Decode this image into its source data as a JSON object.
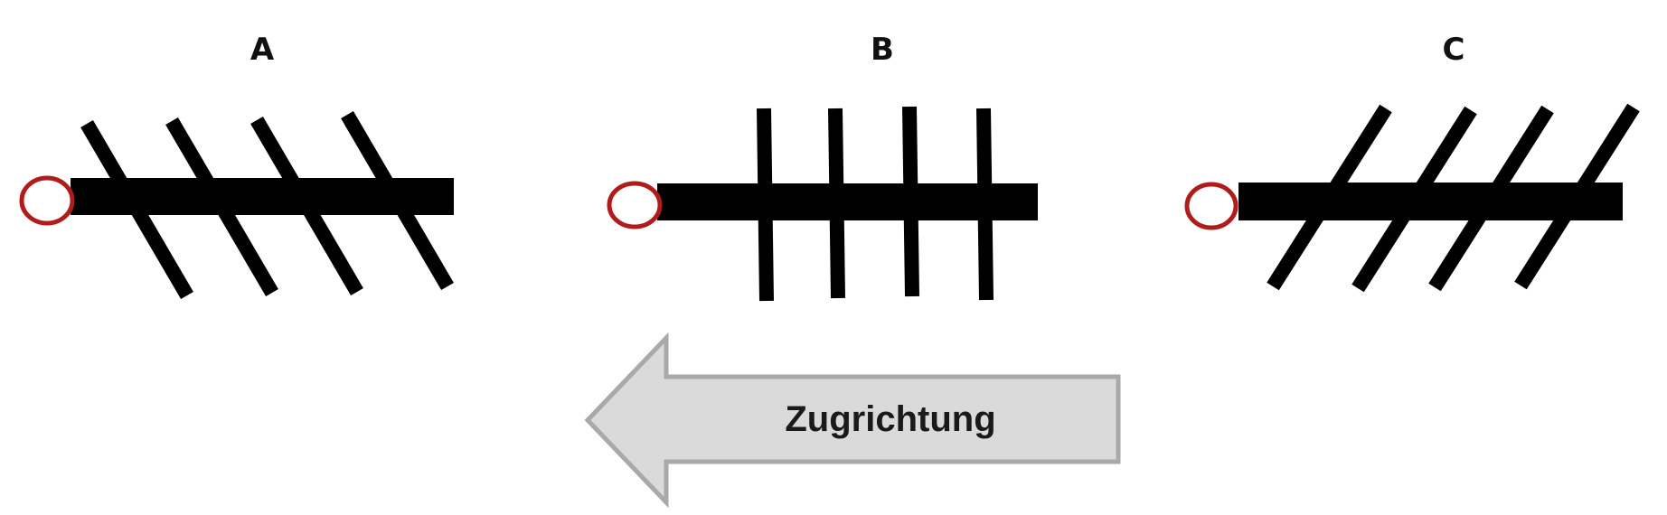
{
  "panels": [
    {
      "label": "A",
      "barb_orientation": "slanted-backward"
    },
    {
      "label": "B",
      "barb_orientation": "vertical"
    },
    {
      "label": "C",
      "barb_orientation": "slanted-forward"
    }
  ],
  "arrow": {
    "label": "Zugrichtung",
    "direction": "left"
  },
  "colors": {
    "shaft": "#000000",
    "eyelet_ring": "#b01c1c",
    "arrow_fill": "#dadada",
    "arrow_border": "#a9a9a9",
    "text": "#111111"
  }
}
